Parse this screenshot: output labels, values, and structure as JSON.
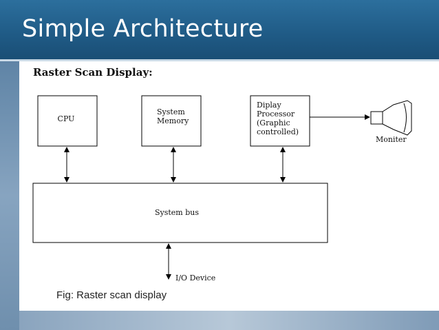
{
  "slide": {
    "title": "Simple Architecture"
  },
  "diagram": {
    "heading": "Raster Scan Display:",
    "cpu": "CPU",
    "memory_line1": "System",
    "memory_line2": "Memory",
    "processor_line1": "Diplay",
    "processor_line2": "Processor",
    "processor_line3": "(Graphic",
    "processor_line4": "controlled)",
    "monitor": "Moniter",
    "bus": "System bus",
    "io": "I/O Device",
    "caption": "Fig: Raster scan display"
  }
}
